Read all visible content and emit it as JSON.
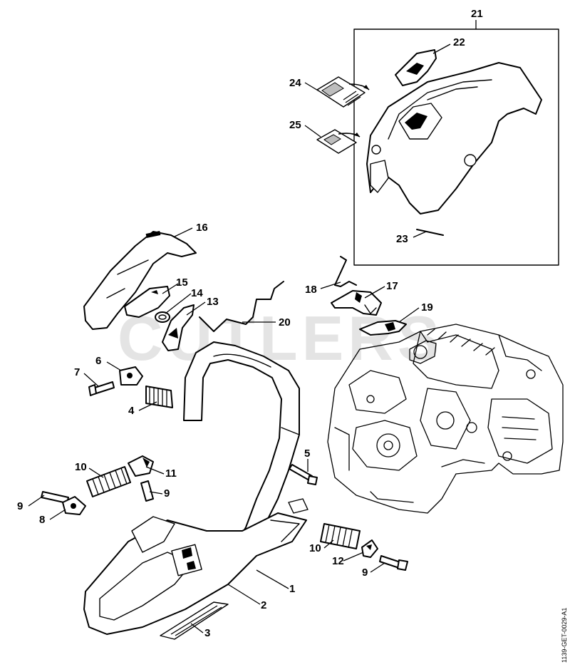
{
  "watermark": "CUTLERS",
  "drawing_code": "1139-GET-0029-A1",
  "callouts": [
    "1",
    "2",
    "3",
    "4",
    "5",
    "6",
    "7",
    "8",
    "9",
    "9",
    "9",
    "10",
    "10",
    "11",
    "12",
    "13",
    "14",
    "15",
    "16",
    "17",
    "18",
    "19",
    "20",
    "21",
    "22",
    "23",
    "24",
    "25"
  ],
  "parts": [
    "front-handle-bar",
    "handle-molding",
    "rubber-strip",
    "annular-buffer-spring",
    "screw-5",
    "buffer-plug-6",
    "screw-7",
    "buffer-8",
    "screw-9",
    "annular-buffer-10",
    "plug-11",
    "buffer-12",
    "throttle-trigger",
    "torsion-spring",
    "interlock-lever",
    "handle-housing-16",
    "throttle-rod-17",
    "choke-lever-18",
    "control-rod-19",
    "throttle-rod-20",
    "shroud-21",
    "cover-22",
    "sealing-strip-23",
    "label-24",
    "label-25"
  ],
  "panel_frame": "parts-group-21-25"
}
